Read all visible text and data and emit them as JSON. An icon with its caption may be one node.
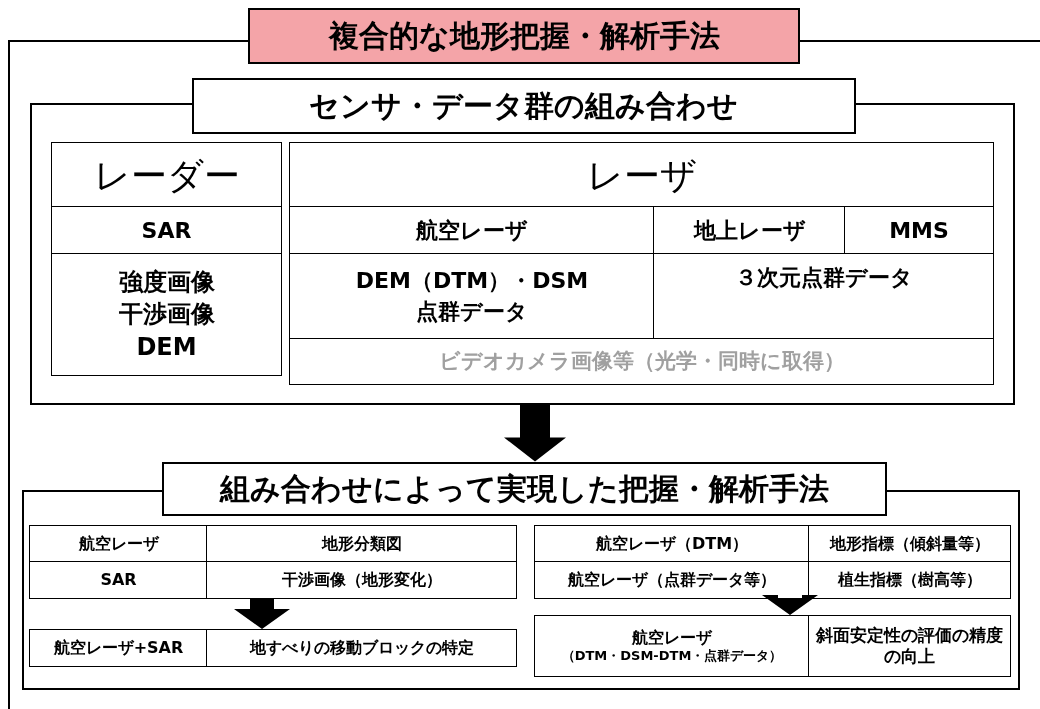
{
  "diagram": {
    "nodes": [
      {
        "text": [
          "複合的な地形把握・解析手法"
        ]
      },
      {
        "text": [],
        "shape": "box"
      },
      {
        "text": [
          "センサ・データ群の組み合わせ"
        ],
        "in": 1
      },
      {
        "text": [],
        "shape": "box",
        "in": 1
      },
      {
        "text": [
          "レーダー"
        ],
        "in": 3
      },
      {
        "text": [
          "SAR"
        ],
        "in": 3
      },
      {
        "text": [
          "強度画像",
          "干渉画像",
          "DEM"
        ],
        "in": 3
      },
      {
        "text": [
          "レーザ"
        ],
        "in": 3
      },
      {
        "text": [
          "航空レーザ"
        ],
        "in": 3
      },
      {
        "text": [
          "地上レーザ"
        ],
        "in": 3
      },
      {
        "text": [
          "MMS"
        ],
        "in": 3
      },
      {
        "text": [
          "DEM（DTM）・DSM",
          "点群データ"
        ],
        "in": 3
      },
      {
        "text": [
          "３次元点群データ"
        ],
        "in": 3
      },
      {
        "text": [
          "ビデオカメラ画像等（光学・同時に取得）"
        ],
        "in": 3
      },
      {
        "text": [
          "組み合わせによって実現した把握・解析手法"
        ],
        "in": 1
      },
      {
        "text": [],
        "shape": "box",
        "in": 1
      },
      {
        "text": [
          "航空レーザ"
        ],
        "in": 15
      },
      {
        "text": [
          "地形分類図"
        ],
        "in": 15
      },
      {
        "text": [
          "SAR"
        ],
        "in": 15
      },
      {
        "text": [
          "干渉画像（地形変化）"
        ],
        "in": 15
      },
      {
        "text": [
          "航空レーザ+SAR"
        ],
        "in": 15
      },
      {
        "text": [
          "地すべりの移動ブロックの特定"
        ],
        "in": 15
      },
      {
        "text": [
          "航空レーザ（DTM）"
        ],
        "in": 15
      },
      {
        "text": [
          "地形指標（傾斜量等）"
        ],
        "in": 15
      },
      {
        "text": [
          "航空レーザ（点群データ等）"
        ],
        "in": 15
      },
      {
        "text": [
          "植生指標（樹高等）"
        ],
        "in": 15
      },
      {
        "text": [
          "航空レーザ",
          "（DTM・DSM-DTM・点群データ）"
        ],
        "in": 15
      },
      {
        "text": [
          "斜面安定性の評価の精度の向上"
        ],
        "in": 15
      }
    ],
    "edges": [
      {
        "from": 3,
        "to": 14,
        "arrow": "to"
      },
      {
        "from": 19,
        "to": 21,
        "arrow": "to"
      },
      {
        "from": 24,
        "to": 26,
        "arrow": "to"
      }
    ]
  }
}
